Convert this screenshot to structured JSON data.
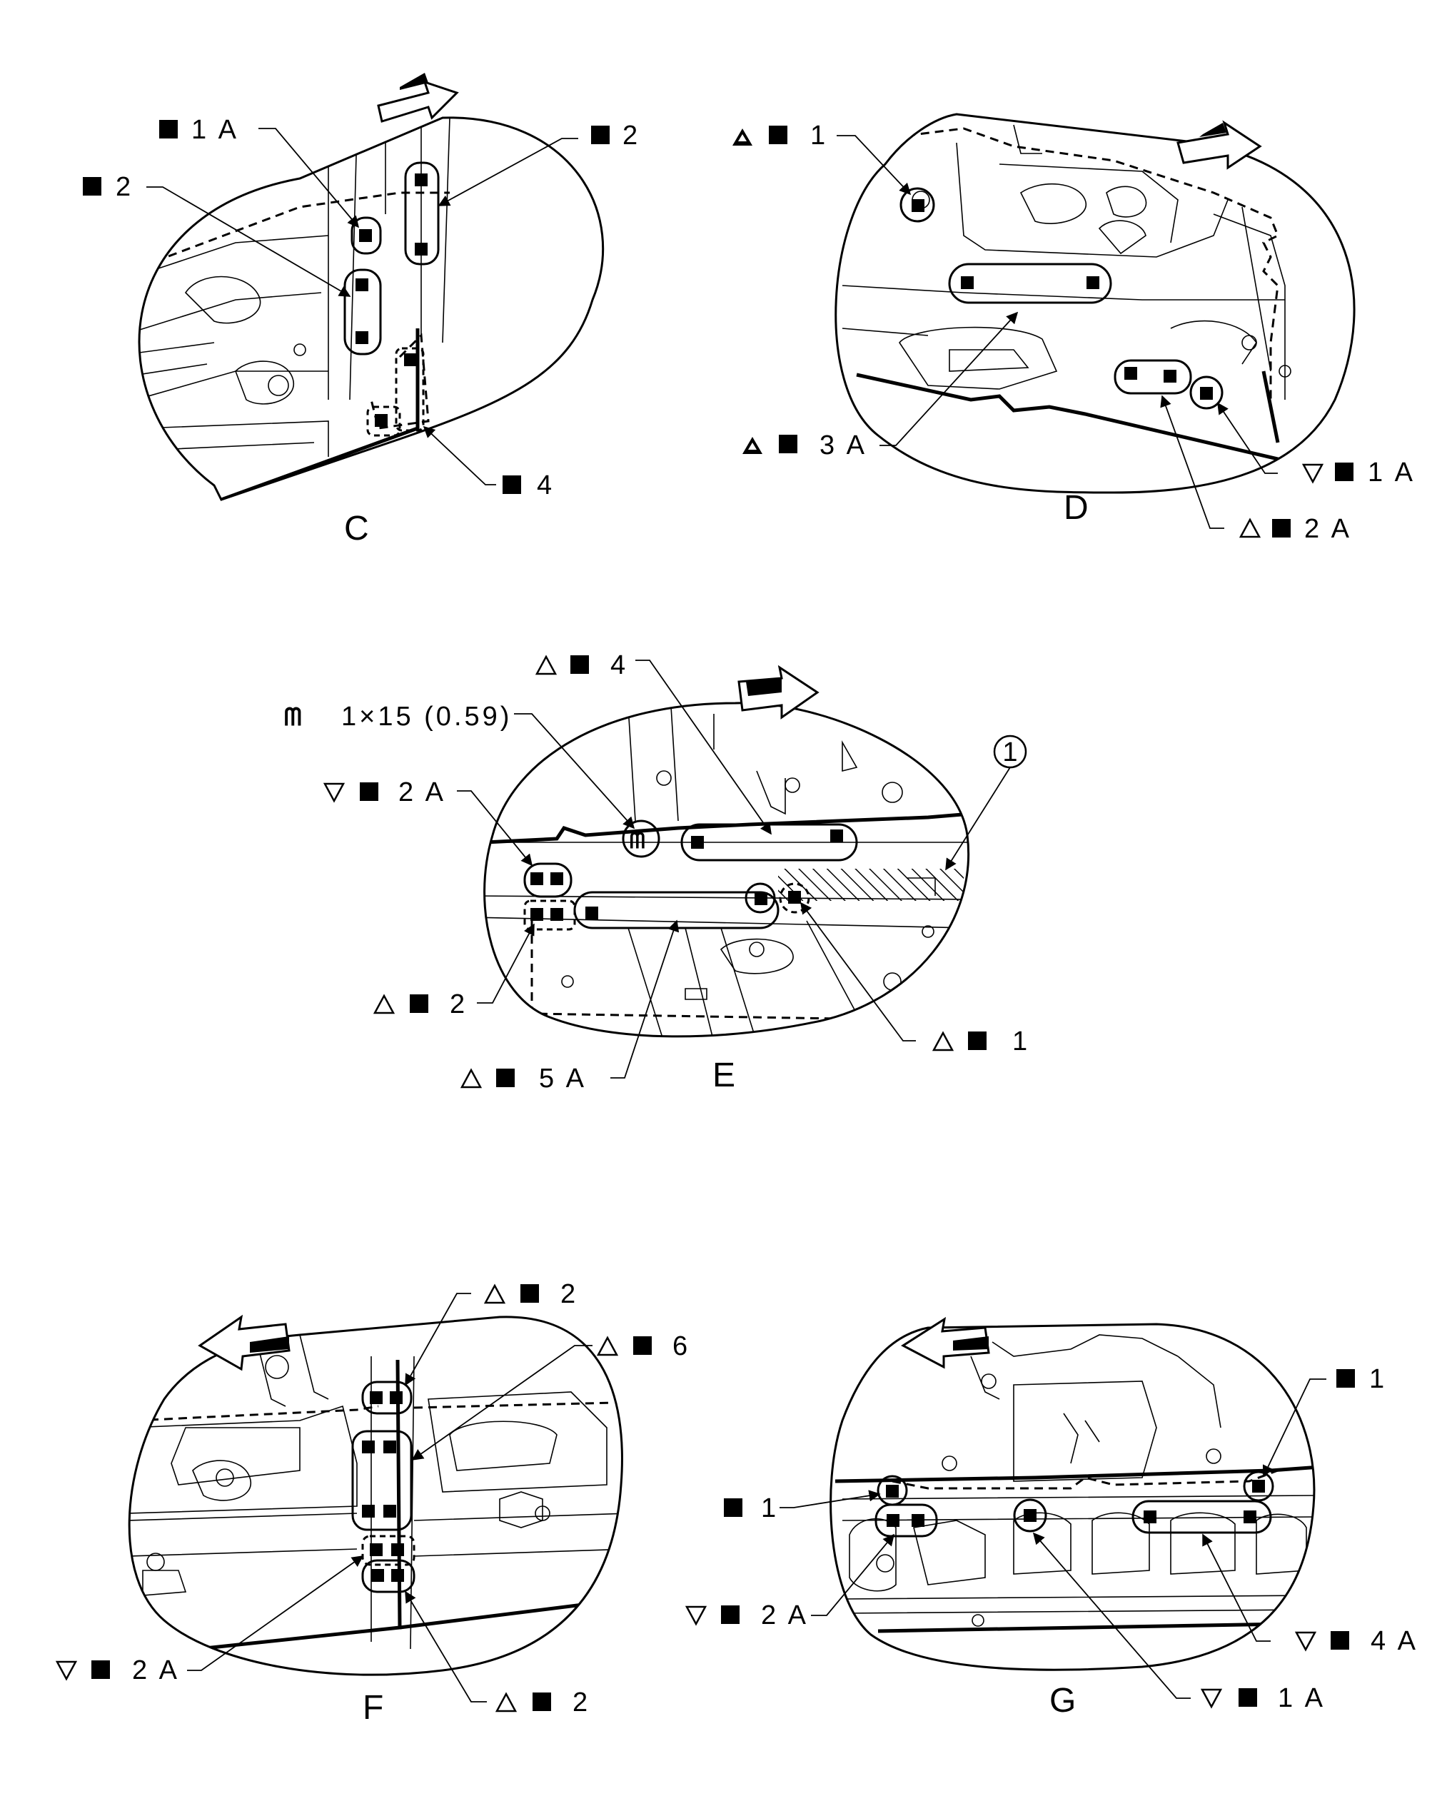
{
  "views": [
    {
      "id": "C",
      "view_label": "C",
      "callouts": [
        "■ 1 A",
        "■ 2",
        "■ 2",
        "■ 4"
      ]
    },
    {
      "id": "D",
      "view_label": "D",
      "callouts": [
        "▲■ 1",
        "▲■ 3 A",
        "▽■ 1 A",
        "△■ 2 A"
      ]
    },
    {
      "id": "E",
      "view_label": "E",
      "callouts": [
        "△■ 4",
        "ᗰ 1×15 (0.59)",
        "▽■ 2 A",
        "△■ 2",
        "△■ 5 A",
        "△■ 1"
      ],
      "part_number": "1"
    },
    {
      "id": "F",
      "view_label": "F",
      "callouts": [
        "△■ 2",
        "△■ 6",
        "▽■ 2 A",
        "△■ 2"
      ]
    },
    {
      "id": "G",
      "view_label": "G",
      "callouts": [
        "■ 1",
        "■ 1",
        "▽■ 2 A",
        "▽■ 4 A",
        "▽■ 1 A"
      ]
    }
  ],
  "icons": {
    "weld": "filled-square-icon",
    "front_mark": "solid-triangle-icon",
    "up_mark": "open-triangle-icon",
    "down_mark": "inverted-open-triangle-icon",
    "arrow": "front-direction-arrow-icon"
  }
}
